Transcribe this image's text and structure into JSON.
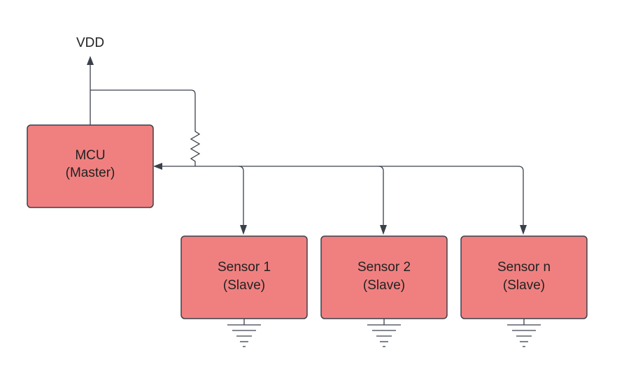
{
  "vdd": "VDD",
  "mcu": {
    "line1": "MCU",
    "line2": "(Master)"
  },
  "sensors": [
    {
      "line1": "Sensor 1",
      "line2": "(Slave)"
    },
    {
      "line1": "Sensor 2",
      "line2": "(Slave)"
    },
    {
      "line1": "Sensor n",
      "line2": "(Slave)"
    }
  ],
  "colors": {
    "box_fill": "#f08080",
    "stroke": "#3a414a",
    "text": "#222222"
  },
  "icons": [
    "resistor-icon",
    "ground-icon",
    "arrow-icon"
  ]
}
